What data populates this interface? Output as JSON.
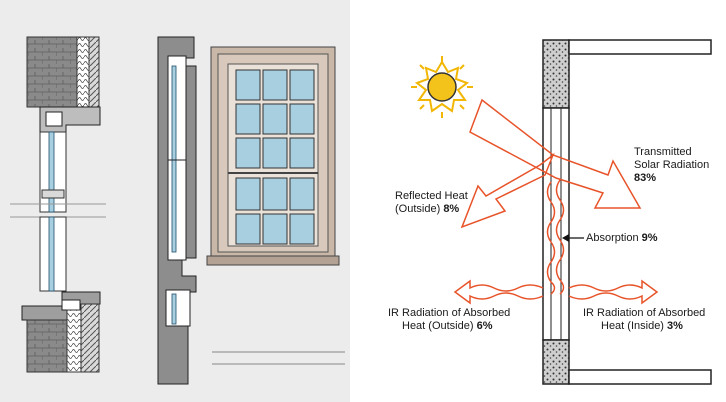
{
  "labels": {
    "transmitted": {
      "line1": "Transmitted",
      "line2": "Solar Radiation",
      "value": "83%"
    },
    "reflected": {
      "line1": "Reflected Heat",
      "line2": "(Outside)",
      "value": "8%"
    },
    "absorption": {
      "text": "Absorption",
      "value": "9%"
    },
    "ir_outside": {
      "line1": "IR Radiation of Absorbed",
      "line2": "Heat (Outside)",
      "value": "6%"
    },
    "ir_inside": {
      "line1": "IR Radiation of Absorbed",
      "line2": "Heat (Inside)",
      "value": "3%"
    }
  },
  "colors": {
    "arrow": "#e8542a",
    "sun_fill": "#f3c21b",
    "sun_ray": "#f2b705",
    "glass": "#a8cfe0",
    "wall": "#7a7a7a",
    "frame_trim": "#c9b7a8",
    "panel_bg": "#ececec"
  }
}
